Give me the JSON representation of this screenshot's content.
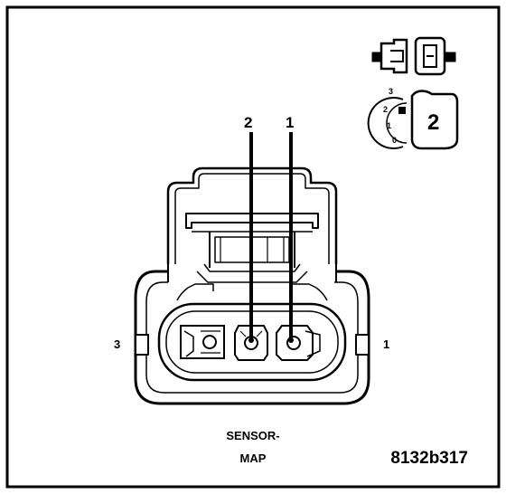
{
  "diagram": {
    "connector_name_line1": "SENSOR-",
    "connector_name_line2": "MAP",
    "figure_id": "8132b317",
    "callouts": [
      "2",
      "1"
    ],
    "cavity_end_labels": {
      "left": "3",
      "right": "1"
    },
    "key_badge": "2",
    "key_scale": [
      "3",
      "2",
      "1",
      "0"
    ],
    "colors": {
      "ink": "#000000",
      "paper": "#ffffff"
    }
  }
}
